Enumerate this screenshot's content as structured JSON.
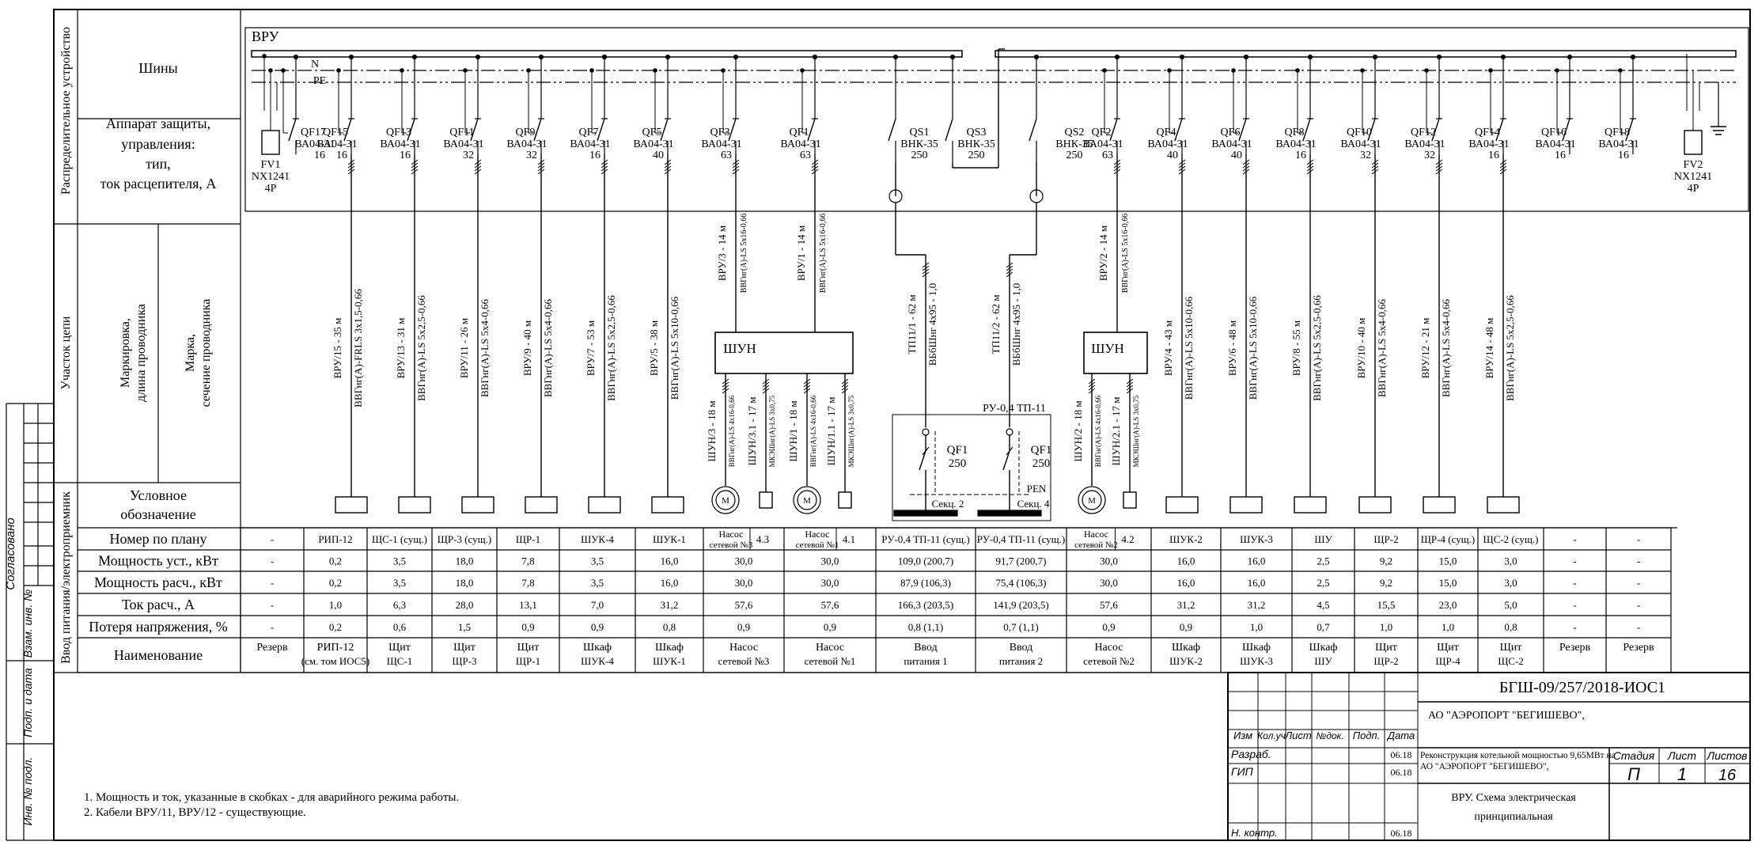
{
  "switchboard": {
    "title": "ВРУ",
    "n_label": "N",
    "pe_label": "PE",
    "pen_label": "PEN",
    "shun_label": "ШУН",
    "ru_label": "РУ-0,4 ТП-11",
    "sec2_label": "Секц. 2",
    "sec4_label": "Секц. 4",
    "motor_label": "M",
    "ru_breaker_name": "QF1",
    "ru_breaker_current": "250"
  },
  "row_labels": {
    "left_group_1": "Распределительное устройство",
    "left_group_2": "Участок цепи",
    "left_group_3": "Ввод питания/электроприемник",
    "busbars": "Шины",
    "apparatus_1": "Аппарат защиты,",
    "apparatus_2": "управления:",
    "apparatus_3": "тип,",
    "apparatus_4": "ток расцепителя, А",
    "marking_1": "Маркировка,",
    "marking_2": "длина проводника",
    "brand_1": "Марка,",
    "brand_2": "сечение проводника",
    "symbol_1": "Условное",
    "symbol_2": "обозначение",
    "plan_no": "Номер по плану",
    "p_inst": "Мощность уст., кВт",
    "p_calc": "Мощность расч., кВт",
    "i_calc": "Ток расч., А",
    "dv": "Потеря напряжения, %",
    "name": "Наименование"
  },
  "devices": [
    {
      "id": "fv1",
      "name": "FV1",
      "type": "NX1241",
      "rating": "4P"
    },
    {
      "id": "qf17",
      "name": "QF17",
      "type": "ВА04-31",
      "rating": "16"
    },
    {
      "id": "qf15",
      "name": "QF15",
      "type": "ВА04-31",
      "rating": "16"
    },
    {
      "id": "qf13",
      "name": "QF13",
      "type": "ВА04-31",
      "rating": "16"
    },
    {
      "id": "qf11",
      "name": "QF11",
      "type": "ВА04-31",
      "rating": "32"
    },
    {
      "id": "qf9",
      "name": "QF9",
      "type": "ВА04-31",
      "rating": "32"
    },
    {
      "id": "qf7",
      "name": "QF7",
      "type": "ВА04-31",
      "rating": "16"
    },
    {
      "id": "qf5",
      "name": "QF5",
      "type": "ВА04-31",
      "rating": "40"
    },
    {
      "id": "qf3",
      "name": "QF3",
      "type": "ВА04-31",
      "rating": "63"
    },
    {
      "id": "qf1",
      "name": "QF1",
      "type": "ВА04-31",
      "rating": "63"
    },
    {
      "id": "qs1",
      "name": "QS1",
      "type": "ВНК-35",
      "rating": "250"
    },
    {
      "id": "qs3",
      "name": "QS3",
      "type": "ВНК-35",
      "rating": "250"
    },
    {
      "id": "qs2",
      "name": "QS2",
      "type": "ВНК-35",
      "rating": "250"
    },
    {
      "id": "qf2",
      "name": "QF2",
      "type": "ВА04-31",
      "rating": "63"
    },
    {
      "id": "qf4",
      "name": "QF4",
      "type": "ВА04-31",
      "rating": "40"
    },
    {
      "id": "qf6",
      "name": "QF6",
      "type": "ВА04-31",
      "rating": "40"
    },
    {
      "id": "qf8",
      "name": "QF8",
      "type": "ВА04-31",
      "rating": "16"
    },
    {
      "id": "qf10",
      "name": "QF10",
      "type": "ВА04-31",
      "rating": "32"
    },
    {
      "id": "qf12",
      "name": "QF12",
      "type": "ВА04-31",
      "rating": "32"
    },
    {
      "id": "qf14",
      "name": "QF14",
      "type": "ВА04-31",
      "rating": "16"
    },
    {
      "id": "qf16",
      "name": "QF16",
      "type": "ВА04-31",
      "rating": "16"
    },
    {
      "id": "qf18",
      "name": "QF18",
      "type": "ВА04-31",
      "rating": "16"
    },
    {
      "id": "fv2",
      "name": "FV2",
      "type": "NX1241",
      "rating": "4P"
    }
  ],
  "cables": [
    {
      "mark": "ВРУ/15 - 35 м",
      "brand": "ВВГнг(А)-FRLS 3х1,5-0,66"
    },
    {
      "mark": "ВРУ/13 - 31 м",
      "brand": "ВВГнг(А)-LS 5х2,5-0,66"
    },
    {
      "mark": "ВРУ/11 - 26 м",
      "brand": "ВВГнг(А)-LS 5х4-0,66"
    },
    {
      "mark": "ВРУ/9 - 40 м",
      "brand": "ВВГнг(А)-LS 5х4-0,66"
    },
    {
      "mark": "ВРУ/7 - 53 м",
      "brand": "ВВГнг(А)-LS 5х2,5-0,66"
    },
    {
      "mark": "ВРУ/5 - 38 м",
      "brand": "ВВГнг(А)-LS 5х10-0,66"
    },
    {
      "mark": "ВРУ/3 - 14 м",
      "brand": "ВВГнг(А)-LS 5х16-0,66"
    },
    {
      "mark": "ВРУ/1 - 14 м",
      "brand": "ВВГнг(А)-LS 5х16-0,66"
    },
    {
      "mark": "ТП11/1 - 62 м",
      "brand": "ВБбШнг 4х95 - 1,0"
    },
    {
      "mark": "ТП11/2 - 62 м",
      "brand": "ВБбШнг 4х95 - 1,0"
    },
    {
      "mark": "ВРУ/2 - 14 м",
      "brand": "ВВГнг(А)-LS 5х16-0,66"
    },
    {
      "mark": "ВРУ/4 - 43 м",
      "brand": "ВВГнг(А)-LS 5х10-0,66"
    },
    {
      "mark": "ВРУ/6 - 48 м",
      "brand": "ВВГнг(А)-LS 5х10-0,66"
    },
    {
      "mark": "ВРУ/8 - 55 м",
      "brand": "ВВГнг(А)-LS 5х2,5-0,66"
    },
    {
      "mark": "ВРУ/10 - 40 м",
      "brand": "ВВГнг(А)-LS 5х4-0,66"
    },
    {
      "mark": "ВРУ/12 - 21 м",
      "brand": "ВВГнг(А)-LS 5х4-0,66"
    },
    {
      "mark": "ВРУ/14 - 48 м",
      "brand": "ВВГнг(А)-LS 5х2,5-0,66"
    }
  ],
  "shun_cables": [
    {
      "mark": "ШУН/3 - 18 м",
      "brand": "ВВГнг(А)-LS 4х16-0,66"
    },
    {
      "mark": "ШУН/3.1 - 17 м",
      "brand": "МКЭШнг(А)-LS 3х0,75"
    },
    {
      "mark": "ШУН/1 - 18 м",
      "brand": "ВВГнг(А)-LS 4х16-0,66"
    },
    {
      "mark": "ШУН/1.1 - 17 м",
      "brand": "МКЭШнг(А)-LS 3х0,75"
    },
    {
      "mark": "ШУН/2 - 18 м",
      "brand": "ВВГнг(А)-LS 4х16-0,66"
    },
    {
      "mark": "ШУН/2.1 - 17 м",
      "brand": "МКЭШнг(А)-LS 3х0,75"
    }
  ],
  "table_columns": [
    {
      "plan": "-",
      "pinst": "-",
      "pcalc": "-",
      "icalc": "-",
      "dv": "-",
      "name1": "Резерв",
      "name2": ""
    },
    {
      "plan": "РИП-12",
      "pinst": "0,2",
      "pcalc": "0,2",
      "icalc": "1,0",
      "dv": "0,2",
      "name1": "РИП-12",
      "name2": "(см. том ИОС5)"
    },
    {
      "plan": "ЩС-1 (сущ.)",
      "pinst": "3,5",
      "pcalc": "3,5",
      "icalc": "6,3",
      "dv": "0,6",
      "name1": "Щит",
      "name2": "ЩС-1"
    },
    {
      "plan": "ЩР-3 (сущ.)",
      "pinst": "18,0",
      "pcalc": "18,0",
      "icalc": "28,0",
      "dv": "1,5",
      "name1": "Щит",
      "name2": "ЩР-3"
    },
    {
      "plan": "ЩР-1",
      "pinst": "7,8",
      "pcalc": "7,8",
      "icalc": "13,1",
      "dv": "0,9",
      "name1": "Щит",
      "name2": "ЩР-1"
    },
    {
      "plan": "ШУК-4",
      "pinst": "3,5",
      "pcalc": "3,5",
      "icalc": "7,0",
      "dv": "0,9",
      "name1": "Шкаф",
      "name2": "ШУК-4"
    },
    {
      "plan": "ШУК-1",
      "pinst": "16,0",
      "pcalc": "16,0",
      "icalc": "31,2",
      "dv": "0,8",
      "name1": "Шкаф",
      "name2": "ШУК-1"
    },
    {
      "plan": "Насос сетевой №3",
      "plan2": "4.3",
      "pinst": "30,0",
      "pcalc": "30,0",
      "icalc": "57,6",
      "dv": "0,9",
      "name1": "Насос",
      "name2": "сетевой №3"
    },
    {
      "plan": "Насос сетевой №1",
      "plan2": "4.1",
      "pinst": "30,0",
      "pcalc": "30,0",
      "icalc": "57,6",
      "dv": "0,9",
      "name1": "Насос",
      "name2": "сетевой №1"
    },
    {
      "plan": "РУ-0,4 ТП-11 (сущ.)",
      "pinst": "109,0 (200,7)",
      "pcalc": "87,9 (106,3)",
      "icalc": "166,3 (203,5)",
      "dv": "0,8 (1,1)",
      "name1": "Ввод",
      "name2": "питания 1"
    },
    {
      "plan": "РУ-0,4 ТП-11 (сущ.)",
      "pinst": "91,7 (200,7)",
      "pcalc": "75,4 (106,3)",
      "icalc": "141,9 (203,5)",
      "dv": "0,7 (1,1)",
      "name1": "Ввод",
      "name2": "питания 2"
    },
    {
      "plan": "Насос сетевой №2",
      "plan2": "4.2",
      "pinst": "30,0",
      "pcalc": "30,0",
      "icalc": "57,6",
      "dv": "0,9",
      "name1": "Насос",
      "name2": "сетевой №2"
    },
    {
      "plan": "ШУК-2",
      "pinst": "16,0",
      "pcalc": "16,0",
      "icalc": "31,2",
      "dv": "0,9",
      "name1": "Шкаф",
      "name2": "ШУК-2"
    },
    {
      "plan": "ШУК-3",
      "pinst": "16,0",
      "pcalc": "16,0",
      "icalc": "31,2",
      "dv": "1,0",
      "name1": "Шкаф",
      "name2": "ШУК-3"
    },
    {
      "plan": "ШУ",
      "pinst": "2,5",
      "pcalc": "2,5",
      "icalc": "4,5",
      "dv": "0,7",
      "name1": "Шкаф",
      "name2": "ШУ"
    },
    {
      "plan": "ЩР-2",
      "pinst": "9,2",
      "pcalc": "9,2",
      "icalc": "15,5",
      "dv": "1,0",
      "name1": "Щит",
      "name2": "ЩР-2"
    },
    {
      "plan": "ЩР-4 (сущ.)",
      "pinst": "15,0",
      "pcalc": "15,0",
      "icalc": "23,0",
      "dv": "1,0",
      "name1": "Щит",
      "name2": "ЩР-4"
    },
    {
      "plan": "ЩС-2 (сущ.)",
      "pinst": "3,0",
      "pcalc": "3,0",
      "icalc": "5,0",
      "dv": "0,8",
      "name1": "Щит",
      "name2": "ЩС-2"
    },
    {
      "plan": "-",
      "pinst": "-",
      "pcalc": "-",
      "icalc": "-",
      "dv": "-",
      "name1": "Резерв",
      "name2": ""
    },
    {
      "plan": "-",
      "pinst": "-",
      "pcalc": "-",
      "icalc": "-",
      "dv": "-",
      "name1": "Резерв",
      "name2": ""
    }
  ],
  "notes": [
    "1. Мощность и ток, указанные в скобках - для аварийного режима работы.",
    "2. Кабели ВРУ/11, ВРУ/12 - существующие."
  ],
  "side_stamp": {
    "agreed": "Согласовано",
    "replaced": "Взам. инв. №",
    "signdate": "Подп. и дата",
    "invno": "Инв. № подл."
  },
  "title_block": {
    "code": "БГШ-09/257/2018-ИОС1",
    "org": "АО \"АЭРОПОРТ \"БЕГИШЕВО\",",
    "project_1": "Реконструкция котельной мощностью 9,65МВт на",
    "project_2": "АО \"АЭРОПОРТ \"БЕГИШЕВО\",",
    "sheet_title_1": "ВРУ. Схема электрическая",
    "sheet_title_2": "принципиальная",
    "col_izm": "Изм",
    "col_kol": "Кол.уч",
    "col_list": "Лист",
    "col_doc": "№док.",
    "col_sign": "Подп.",
    "col_date": "Дата",
    "razrab": "Разраб.",
    "gip": "ГИП",
    "nkontr": "Н. контр.",
    "date1": "06.18",
    "date2": "06.18",
    "date3": "06.18",
    "stage_h": "Стадия",
    "list_h": "Лист",
    "lists_h": "Листов",
    "stage": "П",
    "list": "1",
    "lists": "16"
  }
}
